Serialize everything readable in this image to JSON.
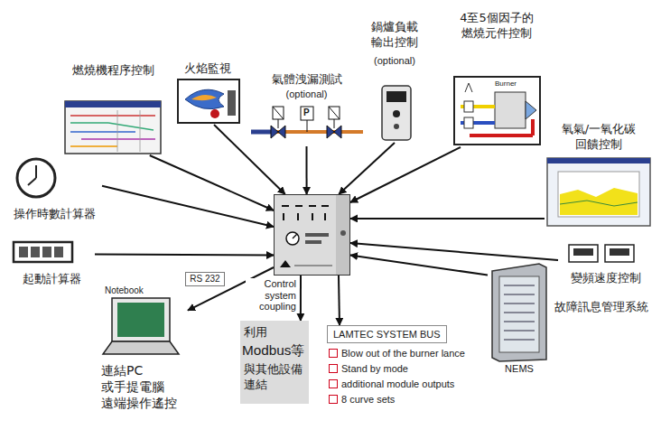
{
  "diagram": {
    "nodes": [
      {
        "text": [
          "燃燒機程序控制"
        ]
      },
      {
        "text": [
          "火焰監視"
        ]
      },
      {
        "text": [
          "氣體洩漏測試",
          "(optional)"
        ]
      },
      {
        "text": [
          "鍋爐負載 輸出控制",
          "(optional)"
        ]
      },
      {
        "text": [
          "4至5個因子的 燃燒元件控制"
        ]
      },
      {
        "text": [
          "氧氣/一氧化碳 回饋控制"
        ]
      },
      {
        "text": [
          "變頻速度控制"
        ]
      },
      {
        "text": [
          "故障訊息管理系統",
          "NEMS"
        ]
      },
      {
        "text": [
          "操作時數計算器"
        ]
      },
      {
        "text": [
          "起動計算器"
        ]
      },
      {
        "text": [
          "Notebook",
          "連結PC 或手提電腦 遠端操作遙控"
        ]
      },
      {
        "text": []
      },
      {
        "text": [
          "利用",
          "Modbus等",
          "與其他設備 連結"
        ]
      },
      {
        "text": [
          "LAMTEC SYSTEM BUS",
          "Blow out of the burner lance",
          "Stand by mode",
          "additional module outputs",
          "8 curve sets"
        ]
      }
    ],
    "edges": [
      {
        "from": 0,
        "to": 11,
        "arrow": "to"
      },
      {
        "from": 1,
        "to": 11,
        "arrow": "to"
      },
      {
        "from": 2,
        "to": 11,
        "arrow": "to"
      },
      {
        "from": 3,
        "to": 11,
        "arrow": "to"
      },
      {
        "from": 4,
        "to": 11,
        "arrow": "to"
      },
      {
        "from": 5,
        "to": 11,
        "arrow": "to"
      },
      {
        "from": 6,
        "to": 11,
        "arrow": "to"
      },
      {
        "from": 7,
        "to": 11,
        "arrow": "to"
      },
      {
        "from": 8,
        "to": 11,
        "arrow": "to"
      },
      {
        "from": 9,
        "to": 11,
        "arrow": "to"
      },
      {
        "from": 11,
        "to": 10,
        "label": "RS 232",
        "arrow": "to"
      },
      {
        "from": 11,
        "to": 12,
        "label": "Control system coupling",
        "arrow": "to"
      },
      {
        "from": 11,
        "to": 13,
        "arrow": "to"
      }
    ],
    "labels": [
      "Burner",
      "P"
    ]
  }
}
